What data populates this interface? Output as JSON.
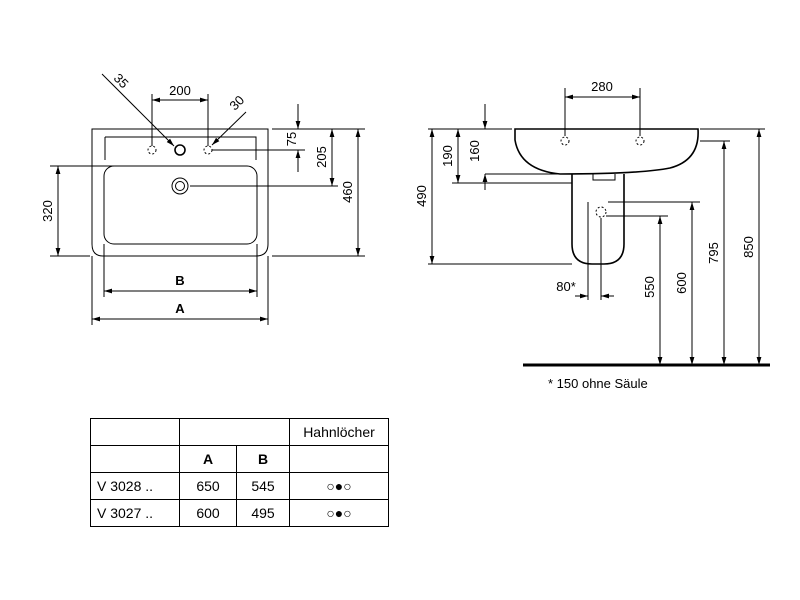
{
  "top_view": {
    "dim_35": "35",
    "dim_200": "200",
    "dim_30": "30",
    "dim_75": "75",
    "dim_205": "205",
    "dim_460": "460",
    "dim_320": "320",
    "label_b": "B",
    "label_a": "A"
  },
  "side_view": {
    "dim_280": "280",
    "dim_190": "190",
    "dim_160": "160",
    "dim_490": "490",
    "dim_80": "80*",
    "dim_550": "550",
    "dim_600": "600",
    "dim_795": "795",
    "dim_850": "850",
    "footnote": "* 150 ohne Säule"
  },
  "table": {
    "header_hahnloecher": "Hahnlöcher",
    "col_a": "A",
    "col_b": "B",
    "rows": [
      {
        "model": "V 3028 ..",
        "a": "650",
        "b": "545",
        "holes": "○●○"
      },
      {
        "model": "V 3027 ..",
        "a": "600",
        "b": "495",
        "holes": "○●○"
      }
    ]
  }
}
